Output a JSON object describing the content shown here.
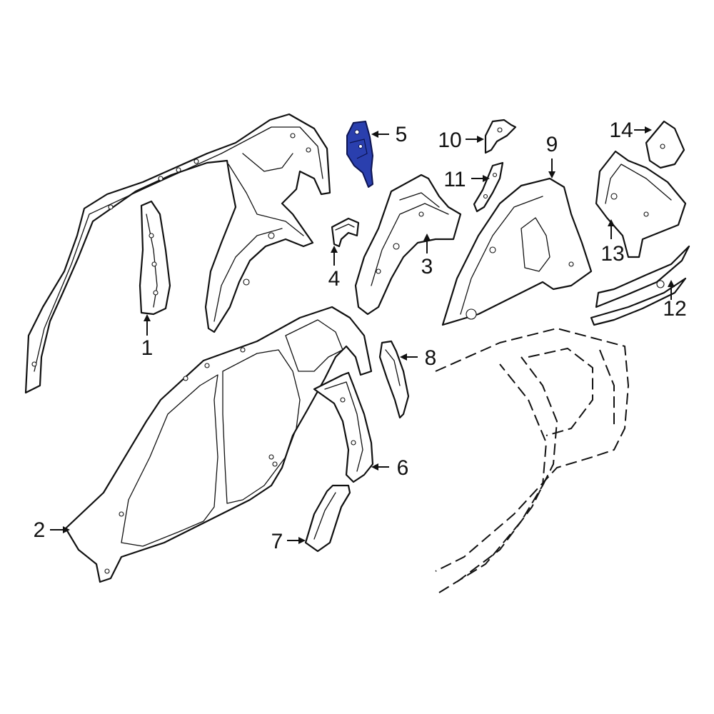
{
  "figure": {
    "highlight_color": "#2a3fae",
    "line_color": "#111111",
    "background": "#ffffff"
  },
  "callouts": [
    {
      "id": "1",
      "label": "1",
      "part": "b-pillar-inner-reinforcement"
    },
    {
      "id": "2",
      "label": "2",
      "part": "body-side-outer-panel"
    },
    {
      "id": "3",
      "label": "3",
      "part": "wheelhouse-outer"
    },
    {
      "id": "4",
      "label": "4",
      "part": "wheelhouse-bracket"
    },
    {
      "id": "5",
      "label": "5",
      "part": "highlighted-reinforcement",
      "highlighted": true
    },
    {
      "id": "6",
      "label": "6",
      "part": "c-pillar-reinforcement"
    },
    {
      "id": "7",
      "label": "7",
      "part": "rocker-extension"
    },
    {
      "id": "8",
      "label": "8",
      "part": "pillar-bracket"
    },
    {
      "id": "9",
      "label": "9",
      "part": "wheelhouse-inner"
    },
    {
      "id": "10",
      "label": "10",
      "part": "upper-bracket"
    },
    {
      "id": "11",
      "label": "11",
      "part": "support-strap"
    },
    {
      "id": "12",
      "label": "12",
      "part": "floor-extension"
    },
    {
      "id": "13",
      "label": "13",
      "part": "quarter-inner-panel"
    },
    {
      "id": "14",
      "label": "14",
      "part": "small-mount-bracket"
    }
  ]
}
